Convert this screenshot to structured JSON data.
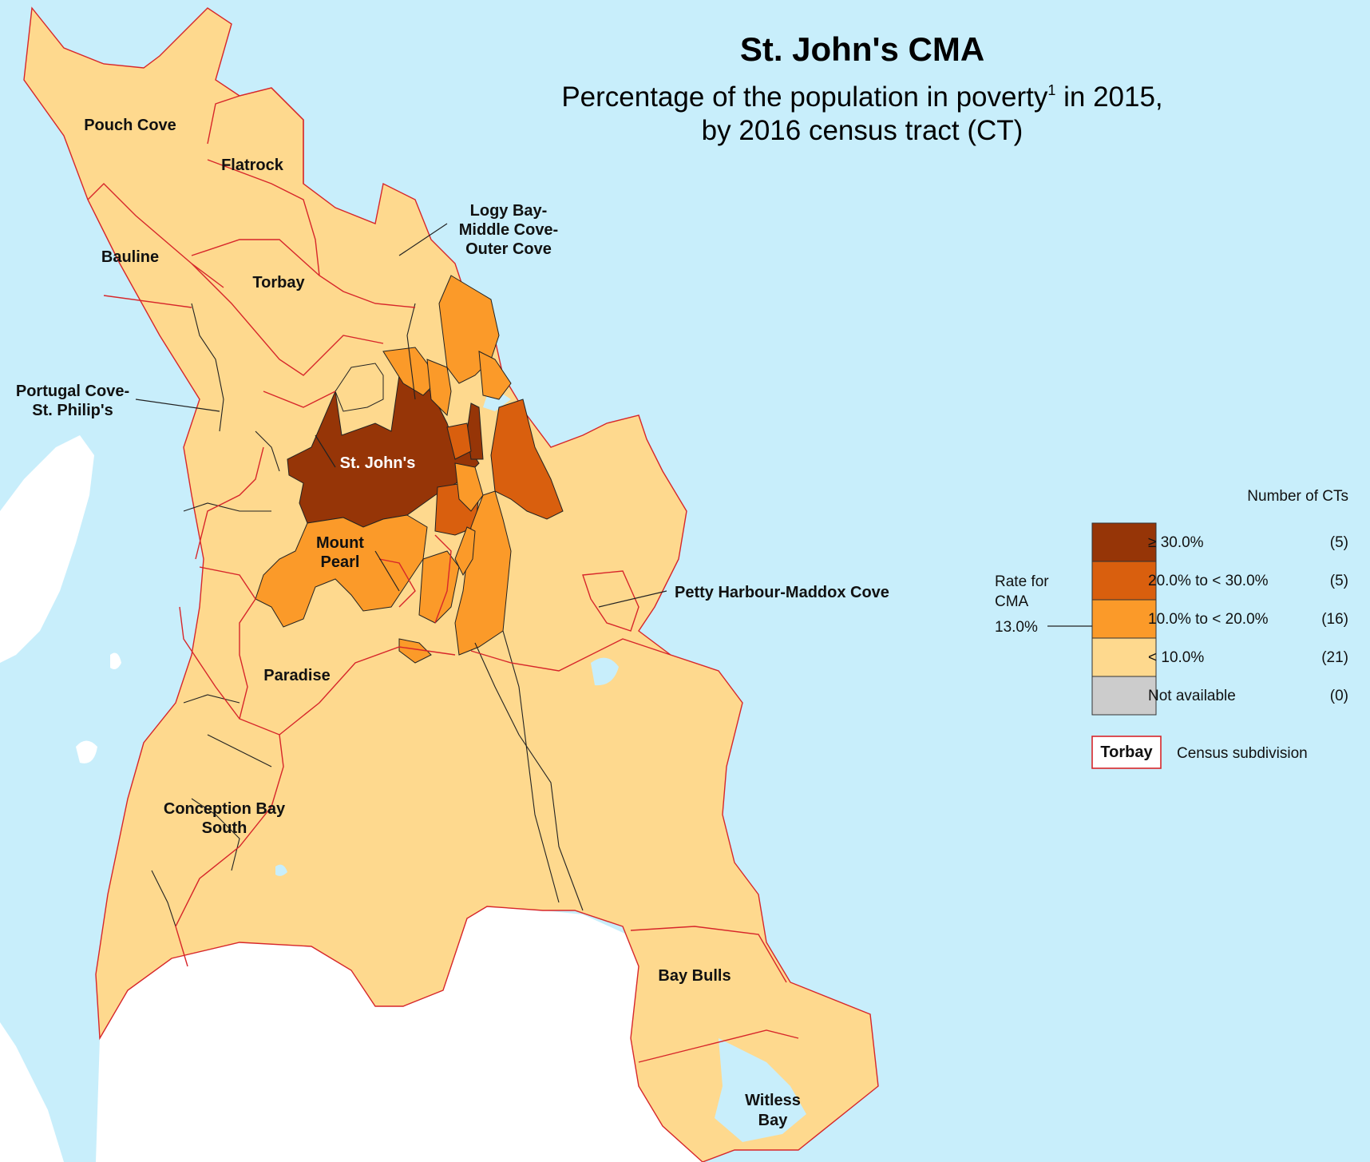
{
  "title": "St. John's CMA",
  "subtitle": {
    "line1_pre": "Percentage of the population in poverty",
    "footnote": "1",
    "line1_post": " in 2015,",
    "line2": "by 2016 census tract (CT)"
  },
  "places": {
    "pouch_cove": "Pouch Cove",
    "flatrock": "Flatrock",
    "bauline": "Bauline",
    "torbay": "Torbay",
    "logy_1": "Logy Bay-",
    "logy_2": "Middle Cove-",
    "logy_3": "Outer Cove",
    "portugal_1": "Portugal Cove-",
    "portugal_2": "St. Philip's",
    "st_johns": "St. John's",
    "mount_pearl_1": "Mount",
    "mount_pearl_2": "Pearl",
    "petty_harbour": "Petty Harbour-Maddox Cove",
    "paradise": "Paradise",
    "cbs_1": "Conception Bay",
    "cbs_2": "South",
    "bay_bulls": "Bay Bulls",
    "witless_1": "Witless",
    "witless_2": "Bay"
  },
  "legend": {
    "header": "Number of CTs",
    "rate_label_1": "Rate for",
    "rate_label_2": "CMA",
    "rate_value": "13.0%",
    "classes": [
      {
        "label": "≥ 30.0%",
        "count": "(5)",
        "color": "#963507"
      },
      {
        "label": "20.0% to < 30.0%",
        "count": "(5)",
        "color": "#d95f0e"
      },
      {
        "label": "10.0% to < 20.0%",
        "count": "(16)",
        "color": "#fb9a29"
      },
      {
        "label": "< 10.0%",
        "count": "(21)",
        "color": "#fed98e"
      },
      {
        "label": "Not available",
        "count": "(0)",
        "color": "#cccccc"
      }
    ],
    "csd_sample": "Torbay",
    "csd_label": "Census subdivision"
  },
  "colors": {
    "water": "#c8eefb",
    "outside_land": "#ffffff",
    "boundary_csd": "#d7262a",
    "boundary_ct": "#222222"
  }
}
